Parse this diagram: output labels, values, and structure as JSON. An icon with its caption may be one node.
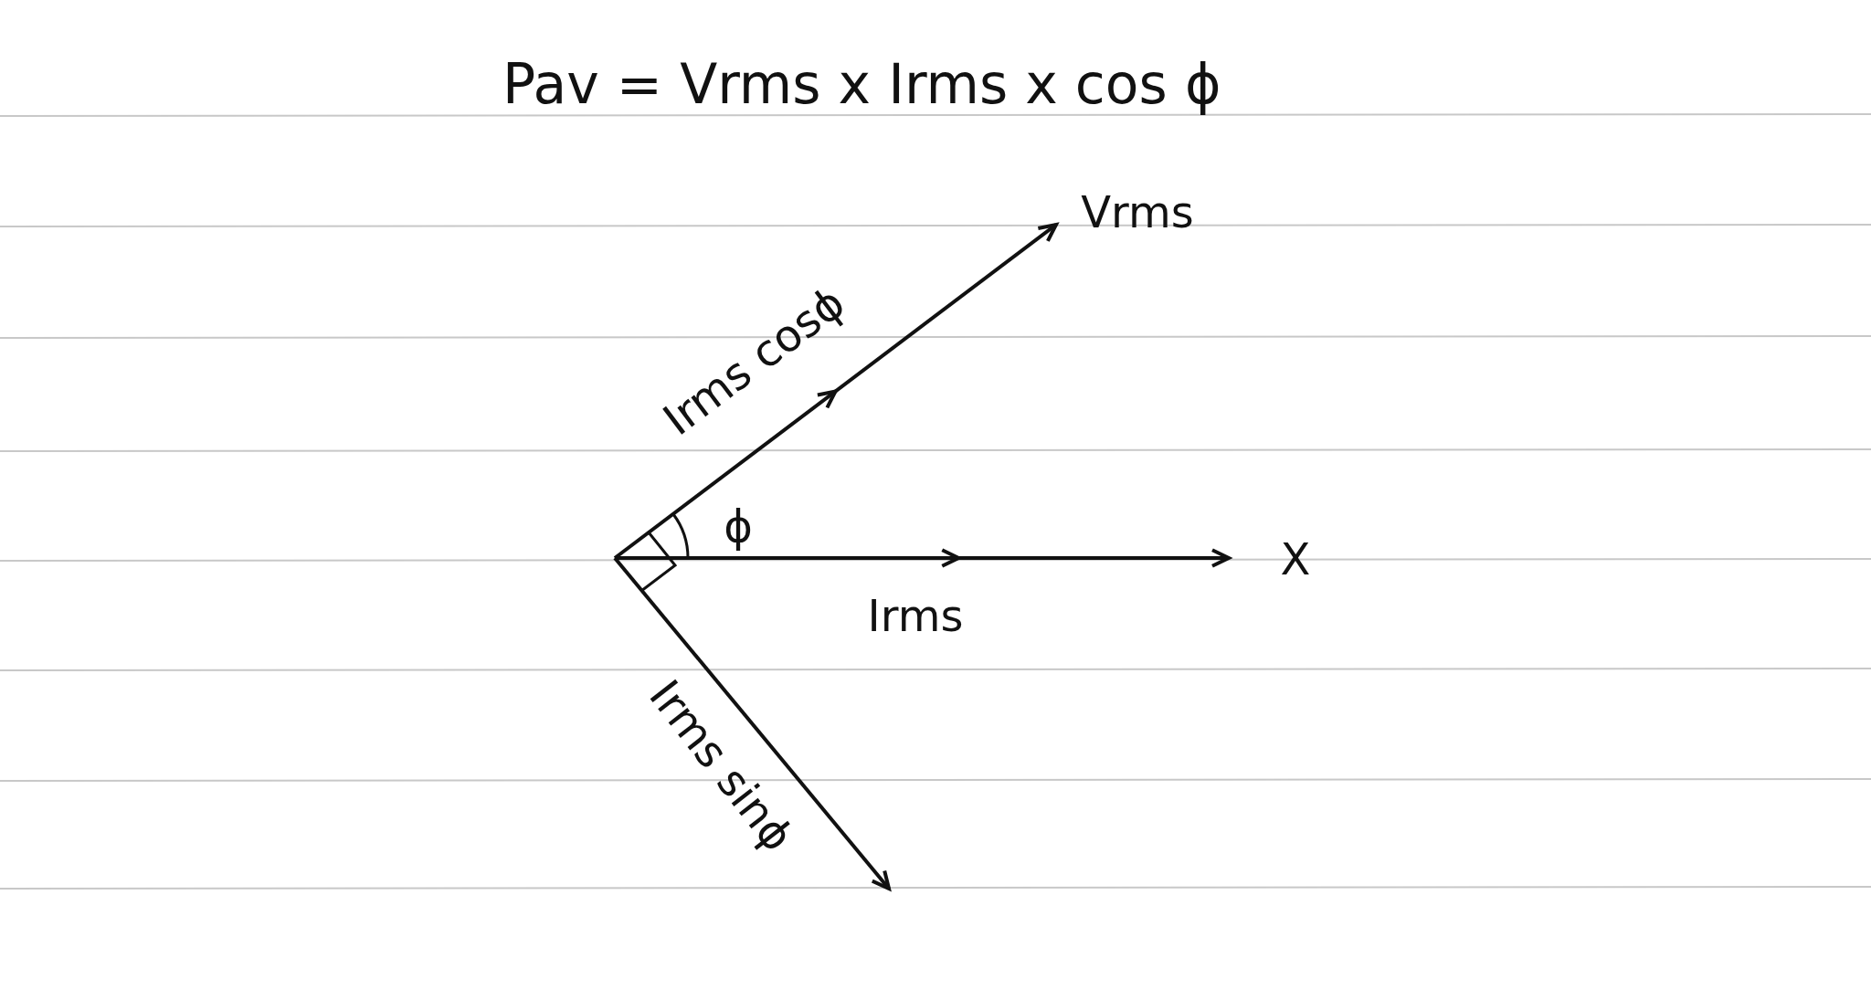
{
  "diagram": {
    "title": "Pav = Vrms x Irms x cos ϕ",
    "labels": [
      "Vrms",
      "Irms cosϕ",
      "ϕ",
      "Irms",
      "X",
      "Irms sinϕ"
    ]
  }
}
